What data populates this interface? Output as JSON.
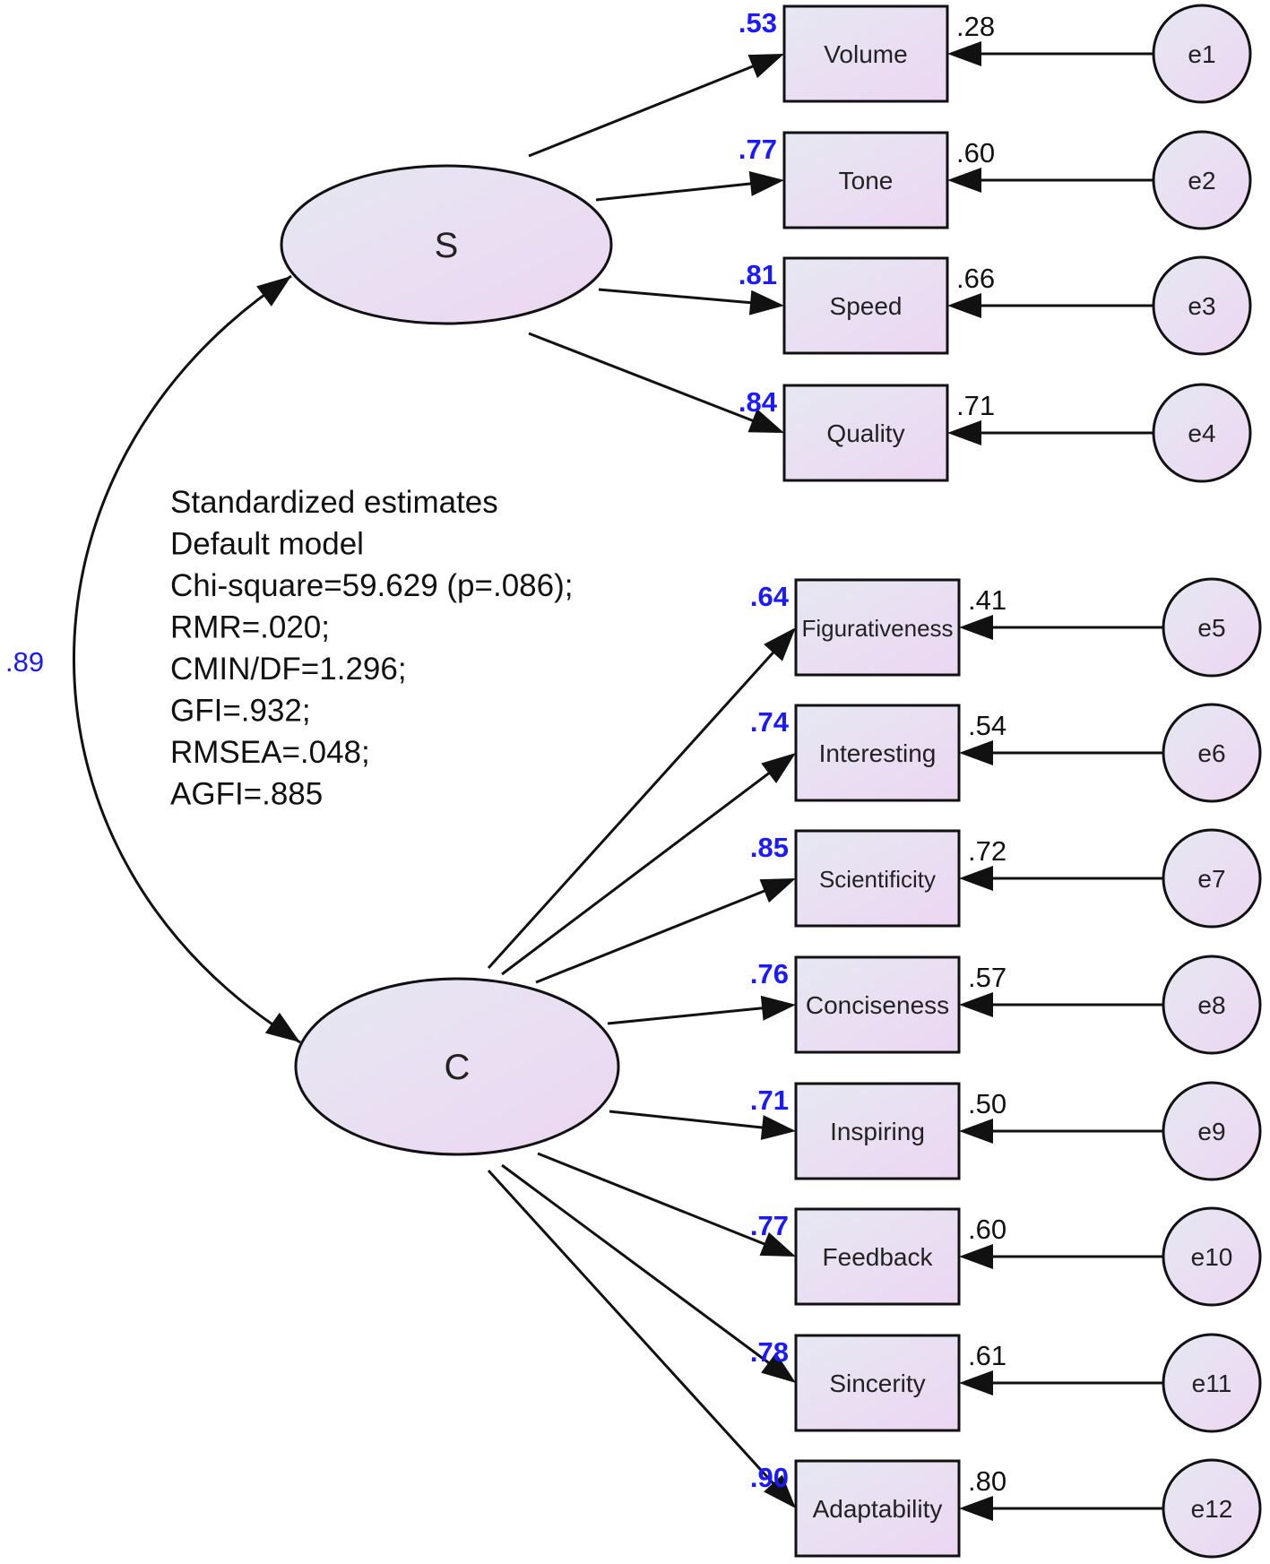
{
  "colors": {
    "node_fill_start": "#e6e8f2",
    "node_fill_end": "#ecd6f2",
    "stroke": "#111111",
    "estimate_blue": "#1a1aff",
    "text": "#111111"
  },
  "latent": {
    "S": {
      "label": "S"
    },
    "C": {
      "label": "C"
    }
  },
  "correlation": {
    "label": ".89"
  },
  "indicators": [
    {
      "id": "volume",
      "factor": "S",
      "label": "Volume",
      "loading": ".53",
      "r2": ".28",
      "error": "e1"
    },
    {
      "id": "tone",
      "factor": "S",
      "label": "Tone",
      "loading": ".77",
      "r2": ".60",
      "error": "e2"
    },
    {
      "id": "speed",
      "factor": "S",
      "label": "Speed",
      "loading": ".81",
      "r2": ".66",
      "error": "e3"
    },
    {
      "id": "quality",
      "factor": "S",
      "label": "Quality",
      "loading": ".84",
      "r2": ".71",
      "error": "e4"
    },
    {
      "id": "figurativeness",
      "factor": "C",
      "label": "Figurativeness",
      "loading": ".64",
      "r2": ".41",
      "error": "e5"
    },
    {
      "id": "interesting",
      "factor": "C",
      "label": "Interesting",
      "loading": ".74",
      "r2": ".54",
      "error": "e6"
    },
    {
      "id": "scientificity",
      "factor": "C",
      "label": "Scientificity",
      "loading": ".85",
      "r2": ".72",
      "error": "e7"
    },
    {
      "id": "conciseness",
      "factor": "C",
      "label": "Conciseness",
      "loading": ".76",
      "r2": ".57",
      "error": "e8"
    },
    {
      "id": "inspiring",
      "factor": "C",
      "label": "Inspiring",
      "loading": ".71",
      "r2": ".50",
      "error": "e9"
    },
    {
      "id": "feedback",
      "factor": "C",
      "label": "Feedback",
      "loading": ".77",
      "r2": ".60",
      "error": "e10"
    },
    {
      "id": "sincerity",
      "factor": "C",
      "label": "Sincerity",
      "loading": ".78",
      "r2": ".61",
      "error": "e11"
    },
    {
      "id": "adaptability",
      "factor": "C",
      "label": "Adaptability",
      "loading": ".90",
      "r2": ".80",
      "error": "e12"
    }
  ],
  "fit_stats": [
    "Standardized estimates",
    "Default model",
    "Chi-square=59.629 (p=.086);",
    "RMR=.020;",
    "CMIN/DF=1.296;",
    "GFI=.932;",
    "RMSEA=.048;",
    "AGFI=.885"
  ]
}
